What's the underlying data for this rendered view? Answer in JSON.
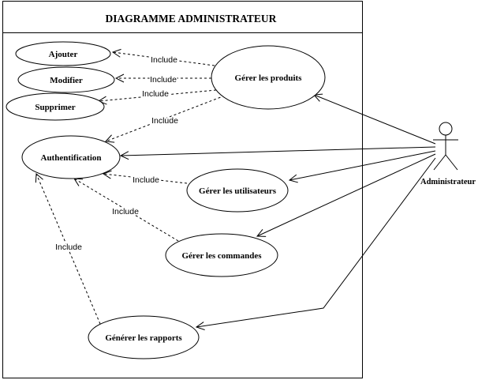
{
  "diagram": {
    "title": "DIAGRAMME ADMINISTRATEUR",
    "actor": "Administrateur",
    "use_cases": {
      "ajouter": "Ajouter",
      "modifier": "Modifier",
      "supprimer": "Supprimer",
      "gerer_produits": "Gérer les produits",
      "authentification": "Authentification",
      "gerer_utilisateurs": "Gérer les utilisateurs",
      "gerer_commandes": "Gérer les commandes",
      "generer_rapports": "Générer les rapports"
    },
    "includes": {
      "gerer_produits_to_ajouter": "Include",
      "gerer_produits_to_modifier": "Include",
      "gerer_produits_to_supprimer": "Include",
      "gerer_produits_to_authentification": "Include",
      "gerer_utilisateurs_to_authentification": "Include",
      "gerer_commandes_to_authentification": "Include",
      "generer_rapports_to_authentification": "Include"
    },
    "colors": {
      "stroke": "#000000",
      "background": "#ffffff"
    }
  }
}
